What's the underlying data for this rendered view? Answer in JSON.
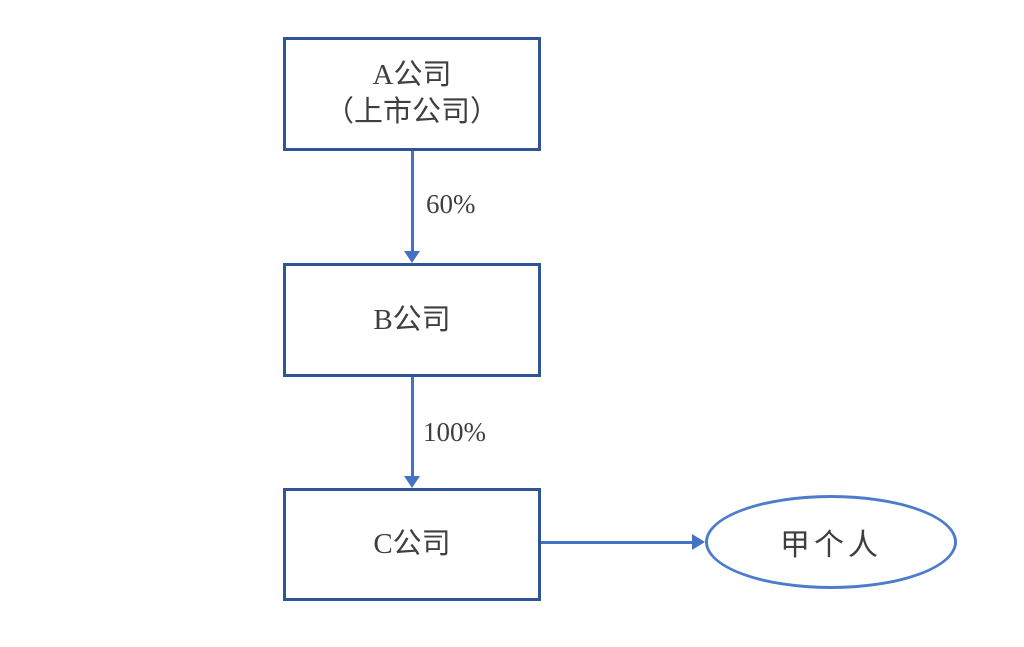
{
  "diagram": {
    "type": "org-ownership-flowchart",
    "nodes": {
      "company_a": {
        "label_line1": "A公司",
        "label_line2": "（上市公司）",
        "shape": "rectangle"
      },
      "company_b": {
        "label": "B公司",
        "shape": "rectangle"
      },
      "company_c": {
        "label": "C公司",
        "shape": "rectangle"
      },
      "person_jia": {
        "label": "甲个人",
        "shape": "ellipse"
      }
    },
    "edges": {
      "a_to_b": {
        "from": "company_a",
        "to": "company_b",
        "label": "60%",
        "direction": "down"
      },
      "b_to_c": {
        "from": "company_b",
        "to": "company_c",
        "label": "100%",
        "direction": "down"
      },
      "c_to_person": {
        "from": "company_c",
        "to": "person_jia",
        "label": "",
        "direction": "right"
      }
    },
    "colors": {
      "box_border": "#2F5597",
      "arrow": "#4472C4",
      "ellipse_border": "#4C7CCB",
      "text": "#3F3F3F",
      "background": "#FFFFFF"
    }
  }
}
